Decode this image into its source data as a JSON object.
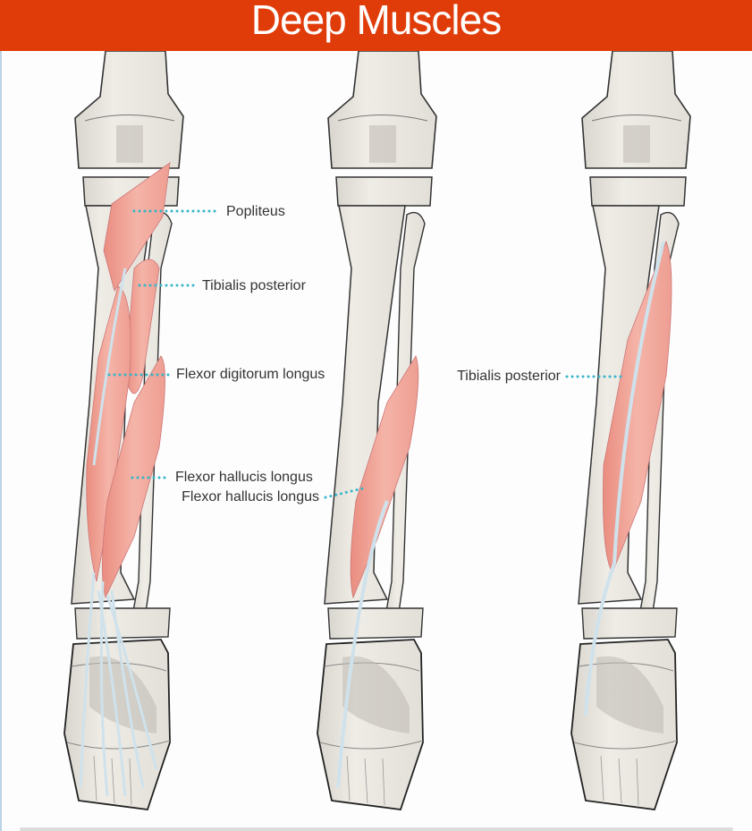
{
  "header": {
    "title": "Deep Muscles"
  },
  "colors": {
    "header": "#e03c0a",
    "muscle": "#f0a99c",
    "bone": "#ece9e2",
    "tendon": "#cfe2ec",
    "leader_dots": "#35b5c9"
  },
  "figures": [
    {
      "view": "left",
      "labels": [
        "Popliteus",
        "Tibialis posterior",
        "Flexor digitorum longus",
        "Flexor hallucis longus"
      ]
    },
    {
      "view": "middle",
      "labels": [
        "Flexor hallucis longus"
      ]
    },
    {
      "view": "right",
      "labels": [
        "Tibialis posterior"
      ]
    }
  ]
}
